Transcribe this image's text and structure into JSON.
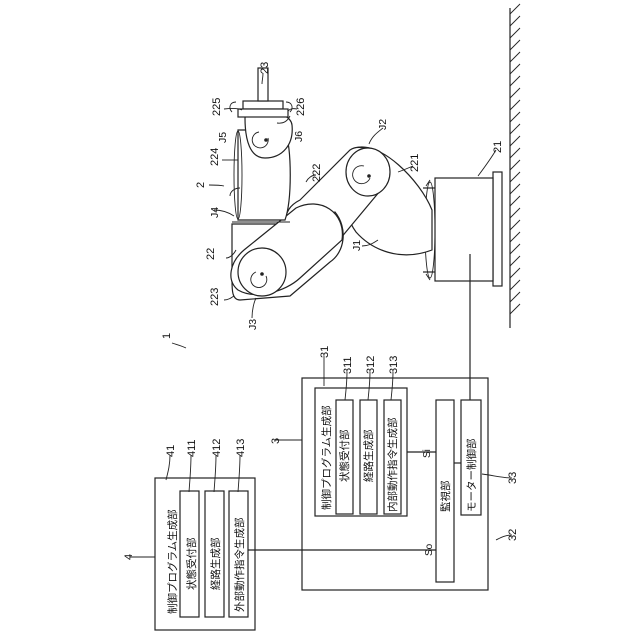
{
  "figure": {
    "system_ref": "1",
    "robot": {
      "ref": "2",
      "base": "21",
      "arm": "22",
      "tool": "23",
      "links": {
        "l221": "221",
        "l222": "222",
        "l223": "223",
        "l224": "224",
        "l225": "225",
        "l226": "226"
      },
      "joints": {
        "j1": "J1",
        "j2": "J2",
        "j3": "J3",
        "j4": "J4",
        "j5": "J5",
        "j6": "J6"
      }
    },
    "controller": {
      "ref": "3",
      "program_gen": {
        "ref": "31",
        "label": "制御プログラム生成部",
        "state": {
          "ref": "311",
          "label": "状態受付部"
        },
        "path": {
          "ref": "312",
          "label": "経路生成部"
        },
        "internal_cmd": {
          "ref": "313",
          "label": "内部動作指令生成部"
        }
      },
      "monitor": {
        "ref": "32",
        "label": "監視部"
      },
      "motor": {
        "ref": "33",
        "label": "モーター制御部"
      }
    },
    "external": {
      "ref": "4",
      "program_gen": {
        "ref": "41",
        "label": "制御プログラム生成部",
        "state": {
          "ref": "411",
          "label": "状態受付部"
        },
        "path": {
          "ref": "412",
          "label": "経路生成部"
        },
        "external_cmd": {
          "ref": "413",
          "label": "外部動作指令生成部"
        }
      }
    },
    "signals": {
      "si": "Si",
      "so": "So"
    }
  }
}
